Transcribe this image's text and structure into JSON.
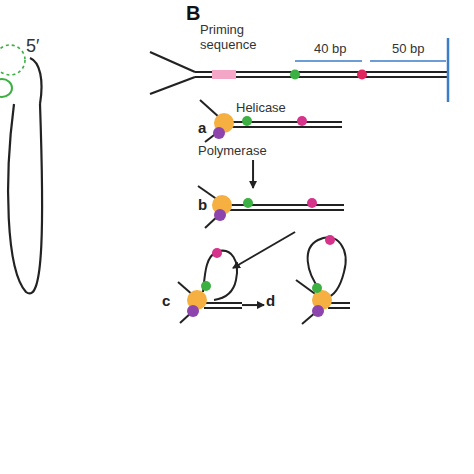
{
  "diagram": {
    "nodes": [
      {
        "text": [
          "a"
        ]
      },
      {
        "text": [
          "b"
        ]
      },
      {
        "text": [
          "c"
        ]
      },
      {
        "text": [
          "d"
        ]
      }
    ],
    "edges": [
      {
        "from": 0,
        "to": 1,
        "arrow": "to"
      },
      {
        "from": 1,
        "to": 2,
        "arrow": "to"
      },
      {
        "from": 2,
        "to": 3,
        "arrow": "to"
      }
    ],
    "labels": [
      "5′",
      "B",
      "Priming sequence",
      "40 bp",
      "50 bp",
      "Helicase",
      "Polymerase"
    ]
  }
}
